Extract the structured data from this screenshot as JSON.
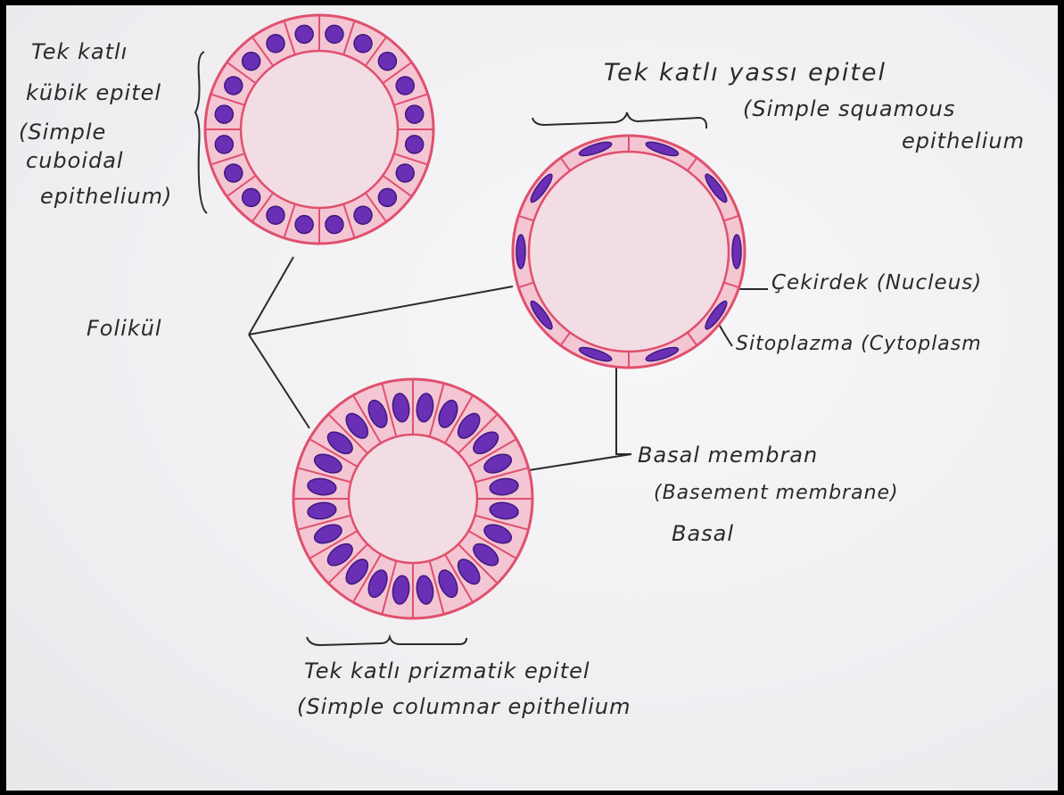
{
  "cuboidal": {
    "line1": "Tek katlı",
    "line2": "kübik epitel",
    "line3": "(Simple",
    "line4": "cuboidal",
    "line5": "epithelium)"
  },
  "squamous": {
    "line1": "Tek katlı yassı epitel",
    "line2": "(Simple squamous",
    "line3": "epithelium"
  },
  "follicle": {
    "label": "Folikül"
  },
  "nucleus": {
    "label": "Çekirdek (Nucleus)"
  },
  "cytoplasm": {
    "label": "Sitoplazma (Cytoplasm"
  },
  "basal": {
    "line1": "Basal membran",
    "line2": "(Basement membrane)",
    "line3": "Basal"
  },
  "columnar": {
    "line1": "Tek katlı prizmatik epitel",
    "line2": "(Simple columnar epithelium"
  },
  "colors": {
    "paper": "#f3f1f4",
    "cell_outline": "#e0506e",
    "cytoplasm_fill": "#f4c6d3",
    "lumen_fill": "#f3dde4",
    "nucleus": "#6a2fb5",
    "nucleus_dark": "#3f1a80",
    "ink": "#2a2a2a"
  }
}
